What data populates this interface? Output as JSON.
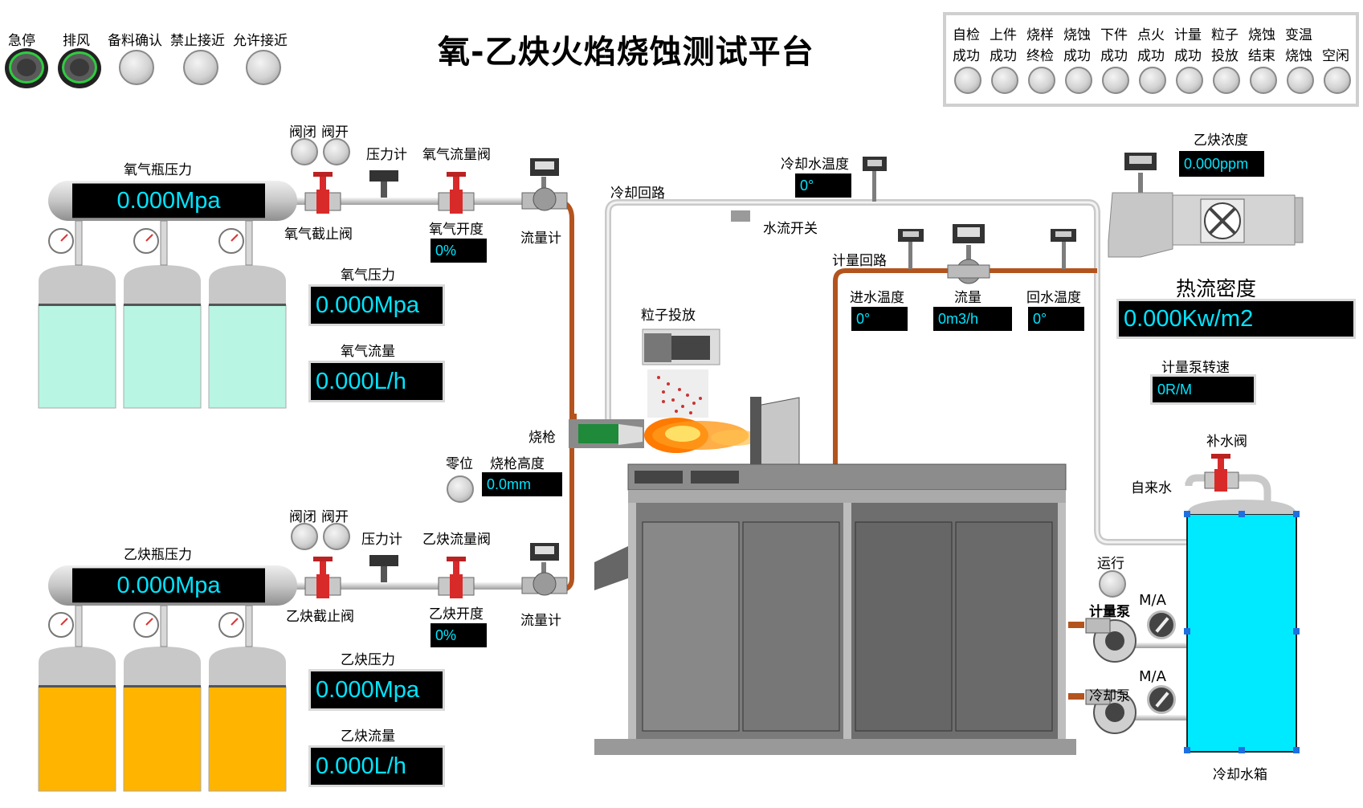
{
  "title": "氧-乙炔火焰烧蚀测试平台",
  "controls": {
    "estop": "急停",
    "exhaust": "排风",
    "material_confirm": "备料确认",
    "no_approach": "禁止接近",
    "allow_approach": "允许接近"
  },
  "status_lights": [
    {
      "line1": "自检",
      "line2": "成功"
    },
    {
      "line1": "上件",
      "line2": "成功"
    },
    {
      "line1": "烧样",
      "line2": "终检"
    },
    {
      "line1": "烧蚀",
      "line2": "成功"
    },
    {
      "line1": "下件",
      "line2": "成功"
    },
    {
      "line1": "点火",
      "line2": "成功"
    },
    {
      "line1": "计量",
      "line2": "成功"
    },
    {
      "line1": "粒子",
      "line2": "投放"
    },
    {
      "line1": "烧蚀",
      "line2": "结束"
    },
    {
      "line1": "变温",
      "line2": "烧蚀"
    },
    {
      "line1": "",
      "line2": "空闲"
    }
  ],
  "oxygen": {
    "bottle_label": "氧气瓶压力",
    "bottle_value": "0.000Mpa",
    "valve_close": "阀闭",
    "valve_open": "阀开",
    "gauge": "压力计",
    "flow_valve": "氧气流量阀",
    "stop_valve": "氧气截止阀",
    "opening_label": "氧气开度",
    "opening_value": "0%",
    "flowmeter": "流量计",
    "pressure_label": "氧气压力",
    "pressure_value": "0.000Mpa",
    "flow_label": "氧气流量",
    "flow_value": "0.000L/h"
  },
  "acetylene": {
    "bottle_label": "乙炔瓶压力",
    "bottle_value": "0.000Mpa",
    "valve_close": "阀闭",
    "valve_open": "阀开",
    "gauge": "压力计",
    "flow_valve": "乙炔流量阀",
    "stop_valve": "乙炔截止阀",
    "opening_label": "乙炔开度",
    "opening_value": "0%",
    "flowmeter": "流量计",
    "pressure_label": "乙炔压力",
    "pressure_value": "0.000Mpa",
    "flow_label": "乙炔流量",
    "flow_value": "0.000L/h"
  },
  "torch": {
    "label": "烧枪",
    "zero": "零位",
    "height_label": "烧枪高度",
    "height_value": "0.0mm",
    "particle": "粒子投放"
  },
  "cooling": {
    "loop": "冷却回路",
    "water_temp_label": "冷却水温度",
    "water_temp_value": "0°",
    "flow_switch": "水流开关",
    "metering_loop": "计量回路",
    "inlet_temp_label": "进水温度",
    "inlet_temp_value": "0°",
    "flow_label": "流量",
    "flow_value": "0m3/h",
    "return_temp_label": "回水温度",
    "return_temp_value": "0°",
    "acetylene_conc_label": "乙炔浓度",
    "acetylene_conc_value": "0.000ppm",
    "heat_flux_label": "热流密度",
    "heat_flux_value": "0.000Kw/m2",
    "pump_speed_label": "计量泵转速",
    "pump_speed_value": "0R/M",
    "makeup_valve": "补水阀",
    "tap_water": "自来水",
    "run": "运行",
    "metering_pump": "计量泵",
    "cooling_pump": "冷却泵",
    "ma1": "M/A",
    "ma2": "M/A",
    "tank": "冷却水箱"
  },
  "colors": {
    "display_text": "#00e5ff",
    "oxygen_tank": "#b8f5e3",
    "acetylene_tank": "#ffb400",
    "water_tank": "#00eaff",
    "copper_pipe": "#b3541e"
  }
}
